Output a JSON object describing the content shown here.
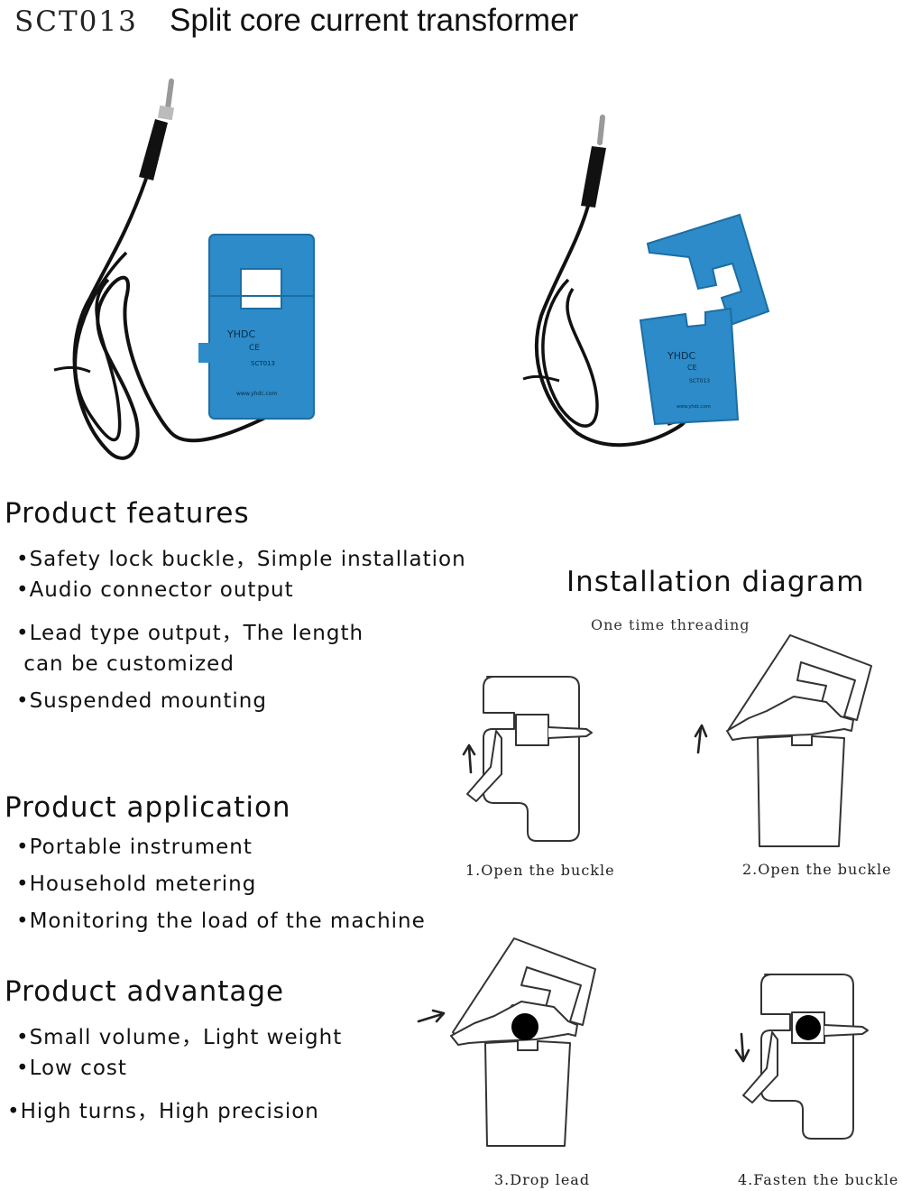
{
  "header": {
    "model": "SCT013",
    "title": "Split core current transformer"
  },
  "product_photos": {
    "brand_logo_text": "YHDC",
    "label_ce": "CE",
    "label_model": "SCT013",
    "label_url": "www.yhdc.com",
    "body_color": "#2c8bc8",
    "cable_color": "#111111"
  },
  "features": {
    "heading": "Product features",
    "items": [
      "•Safety lock buckle，Simple installation",
      "•Audio connector output",
      "•Lead type output，The length",
      " can be customized",
      "•Suspended mounting"
    ]
  },
  "application": {
    "heading": "Product application",
    "items": [
      "•Portable instrument",
      "•Household metering",
      "•Monitoring the load of the machine"
    ]
  },
  "advantage": {
    "heading": "Product advantage",
    "items": [
      "•Small volume，Light weight",
      "•Low cost",
      "•High turns，High precision"
    ]
  },
  "installation": {
    "heading": "Installation diagram",
    "subtitle": "One time threading",
    "steps": [
      "1.Open the buckle",
      "2.Open the buckle",
      "3.Drop lead",
      "4.Fasten the buckle"
    ]
  }
}
